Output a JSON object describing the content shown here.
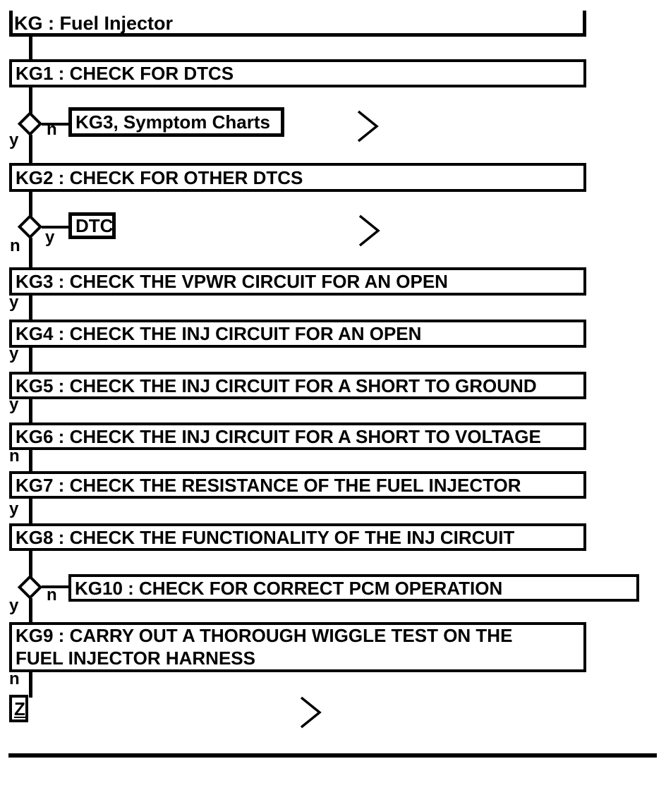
{
  "colors": {
    "line": "#000000",
    "background": "#ffffff"
  },
  "title": {
    "label": "KG : Fuel Injector"
  },
  "steps": [
    {
      "id": "KG1",
      "label": "KG1 : CHECK FOR DTCS"
    },
    {
      "id": "KG2",
      "label": "KG2 : CHECK FOR OTHER DTCS"
    },
    {
      "id": "KG3",
      "label": "KG3 : CHECK THE VPWR CIRCUIT FOR AN OPEN"
    },
    {
      "id": "KG4",
      "label": "KG4 : CHECK THE INJ CIRCUIT FOR AN OPEN"
    },
    {
      "id": "KG5",
      "label": "KG5 : CHECK THE INJ CIRCUIT FOR A SHORT TO GROUND"
    },
    {
      "id": "KG6",
      "label": "KG6 : CHECK THE INJ CIRCUIT FOR A SHORT TO VOLTAGE"
    },
    {
      "id": "KG7",
      "label": "KG7 : CHECK THE RESISTANCE OF THE FUEL INJECTOR"
    },
    {
      "id": "KG8",
      "label": "KG8 : CHECK THE FUNCTIONALITY OF THE INJ CIRCUIT"
    },
    {
      "id": "KG9",
      "line1": "KG9 : CARRY OUT A THOROUGH WIGGLE TEST ON THE",
      "line2": "FUEL INJECTOR HARNESS"
    }
  ],
  "branches": {
    "symptom_charts": {
      "label": "KG3, Symptom Charts"
    },
    "dtc": {
      "label": "DTC"
    },
    "kg10": {
      "label": "KG10 : CHECK FOR CORRECT PCM OPERATION"
    },
    "z_terminator": {
      "label": "Z"
    }
  },
  "yn": {
    "yes": "y",
    "no": "n"
  },
  "icons": {
    "continue_chevron": ">"
  },
  "decisions": [
    {
      "after": "KG1",
      "yes_to": "KG2",
      "no_to": "KG3, Symptom Charts"
    },
    {
      "after": "KG2",
      "no_to": "KG3",
      "yes_to": "DTC"
    },
    {
      "after": "KG3",
      "down": "y"
    },
    {
      "after": "KG4",
      "down": "y"
    },
    {
      "after": "KG5",
      "down": "y"
    },
    {
      "after": "KG6",
      "down": "n"
    },
    {
      "after": "KG7",
      "down": "y"
    },
    {
      "after": "KG8",
      "yes_to": "KG9",
      "no_to": "KG10"
    },
    {
      "after": "KG9",
      "no_to": "Z"
    }
  ]
}
